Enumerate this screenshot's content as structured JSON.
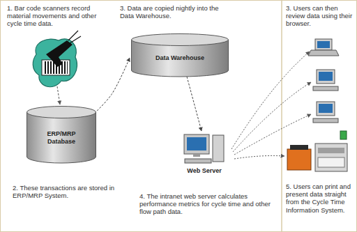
{
  "diagram": {
    "nodes": [
      {
        "text": [
          "ERP/MRP Database"
        ]
      },
      {
        "text": [
          "Data Warehouse"
        ]
      },
      {
        "text": [
          "Web Server"
        ]
      }
    ],
    "edges": [
      {
        "from": 0,
        "to": 1,
        "arrow": "to"
      },
      {
        "from": 1,
        "to": 2,
        "arrow": "to"
      }
    ],
    "labels": [
      "1. Bar code scanners record material movements and other cycle time data.",
      "2. These transactions are stored in ERP/MRP System.",
      "3. Data are copied nightly into the Data Warehouse.",
      "4. The intranet web server calculates performance metrics for cycle time and other flow path data.",
      "3. Users can then review data using their browser.",
      "5. Users can print and present data straight from the Cycle Time Information System."
    ]
  }
}
